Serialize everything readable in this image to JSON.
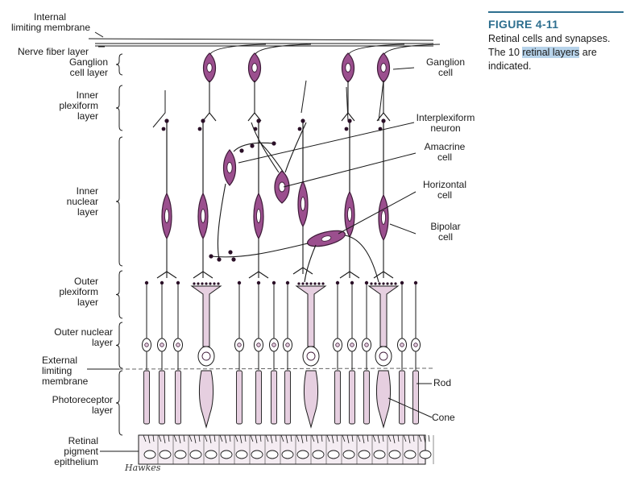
{
  "figure": {
    "number": "FIGURE 4-11",
    "caption_before": "Retinal cells and synapses.\nThe 10 ",
    "caption_highlight": "retinal layers",
    "caption_after": " are\nindicated.",
    "highlight_color": "#b7d3ea",
    "accent_color": "#2e6f8f"
  },
  "colors": {
    "neuron_fill": "#9b4f8e",
    "neuron_stroke": "#3d1a37",
    "photoreceptor_fill": "#e6cfe0",
    "epithelium_fill": "#f4ecf2",
    "ink": "#1a1a1a"
  },
  "layers": {
    "internal_limiting_membrane": "Internal\nlimiting membrane",
    "nerve_fiber_layer": "Nerve fiber layer",
    "ganglion_cell_layer": "Ganglion\ncell layer",
    "inner_plexiform_layer": "Inner\nplexiform\nlayer",
    "inner_nuclear_layer": "Inner\nnuclear\nlayer",
    "outer_plexiform_layer": "Outer\nplexiform\nlayer",
    "outer_nuclear_layer": "Outer nuclear\nlayer",
    "external_limiting_membrane": "External\nlimiting\nmembrane",
    "photoreceptor_layer": "Photoreceptor\nlayer",
    "retinal_pigment_epithelium": "Retinal\npigment\nepithelium"
  },
  "cells": {
    "ganglion": "Ganglion\ncell",
    "interplexiform": "Interplexiform\nneuron",
    "amacrine": "Amacrine\ncell",
    "horizontal": "Horizontal\ncell",
    "bipolar": "Bipolar\ncell",
    "rod": "Rod",
    "cone": "Cone"
  },
  "signature": "Hawkes"
}
